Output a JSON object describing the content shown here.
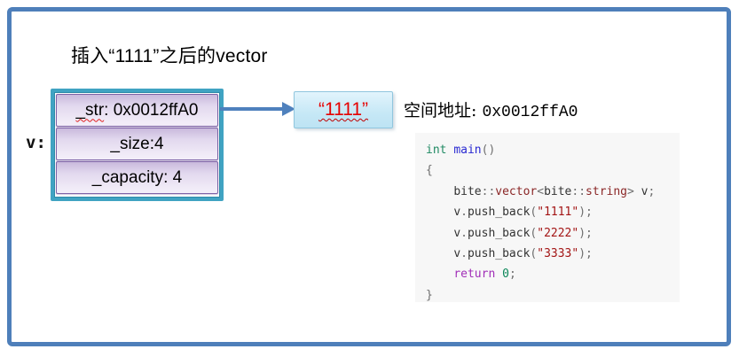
{
  "title": "插入“1111”之后的vector",
  "vector_box": {
    "label": "v:",
    "rows": [
      {
        "field": "_str",
        "rest": ": 0x0012ffA0"
      },
      {
        "text": "_size:4"
      },
      {
        "text": "_capacity: 4"
      }
    ]
  },
  "value_box": {
    "text": "“1111”"
  },
  "address": {
    "label": "空间地址:",
    "value": "0x0012ffA0"
  },
  "colors": {
    "frame_blue": "#4e7fba",
    "box_teal_border": "#40a3c2",
    "cell_purple": "#d6c8e6",
    "value_box_cyan": "#c6e8f6",
    "value_text_red": "#e60000",
    "arrow_blue": "#4f81bd",
    "string_red": "#a31515",
    "keyword_purple": "#a12fb8",
    "type_green": "#208a63"
  },
  "code": {
    "lines": [
      [
        {
          "t": "int",
          "c": "kwtype"
        },
        {
          "t": " ",
          "c": "plain"
        },
        {
          "t": "main",
          "c": "fn"
        },
        {
          "t": "()",
          "c": "punc"
        }
      ],
      [
        {
          "t": "{",
          "c": "punc"
        }
      ],
      [
        {
          "t": "    ",
          "c": "plain"
        },
        {
          "t": "bite",
          "c": "plain"
        },
        {
          "t": "::",
          "c": "punc"
        },
        {
          "t": "vector",
          "c": "type"
        },
        {
          "t": "<",
          "c": "punc"
        },
        {
          "t": "bite",
          "c": "plain"
        },
        {
          "t": "::",
          "c": "punc"
        },
        {
          "t": "string",
          "c": "type"
        },
        {
          "t": "> ",
          "c": "punc"
        },
        {
          "t": "v",
          "c": "plain"
        },
        {
          "t": ";",
          "c": "punc"
        }
      ],
      [
        {
          "t": "    ",
          "c": "plain"
        },
        {
          "t": "v",
          "c": "plain"
        },
        {
          "t": ".",
          "c": "punc"
        },
        {
          "t": "push_back",
          "c": "plain"
        },
        {
          "t": "(",
          "c": "punc"
        },
        {
          "t": "\"1111\"",
          "c": "str"
        },
        {
          "t": ");",
          "c": "punc"
        }
      ],
      [
        {
          "t": "    ",
          "c": "plain"
        },
        {
          "t": "v",
          "c": "plain"
        },
        {
          "t": ".",
          "c": "punc"
        },
        {
          "t": "push_back",
          "c": "plain"
        },
        {
          "t": "(",
          "c": "punc"
        },
        {
          "t": "\"2222\"",
          "c": "str"
        },
        {
          "t": ");",
          "c": "punc"
        }
      ],
      [
        {
          "t": "    ",
          "c": "plain"
        },
        {
          "t": "v",
          "c": "plain"
        },
        {
          "t": ".",
          "c": "punc"
        },
        {
          "t": "push_back",
          "c": "plain"
        },
        {
          "t": "(",
          "c": "punc"
        },
        {
          "t": "\"3333\"",
          "c": "str"
        },
        {
          "t": ");",
          "c": "punc"
        }
      ],
      [
        {
          "t": "    ",
          "c": "plain"
        },
        {
          "t": "return",
          "c": "kw"
        },
        {
          "t": " ",
          "c": "plain"
        },
        {
          "t": "0",
          "c": "num"
        },
        {
          "t": ";",
          "c": "punc"
        }
      ],
      [
        {
          "t": "}",
          "c": "punc"
        }
      ]
    ]
  }
}
